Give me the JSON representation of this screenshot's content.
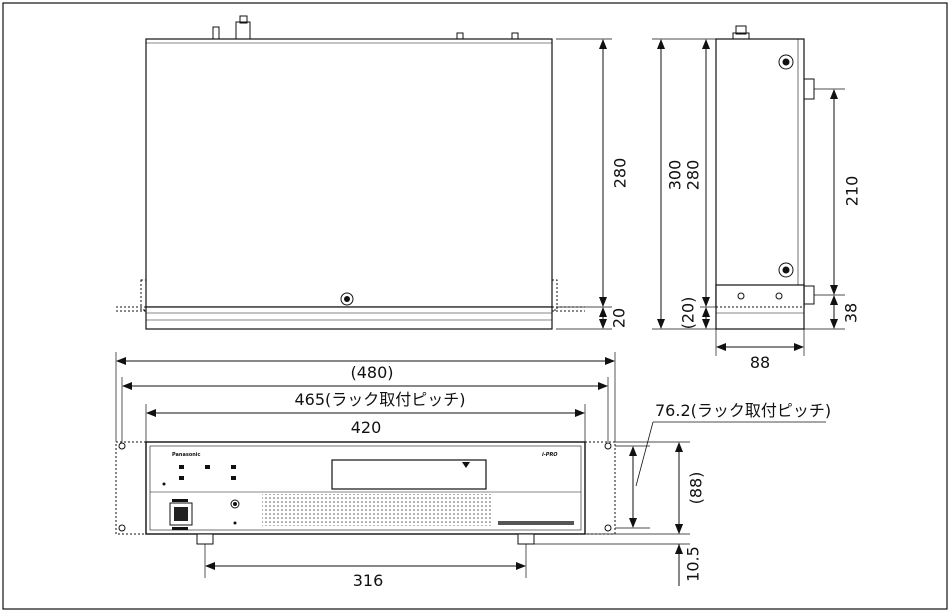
{
  "top_view": {
    "dim_280": "280",
    "dim_20": "20"
  },
  "side_view": {
    "dim_300": "300",
    "dim_280": "280",
    "dim_210": "210",
    "dim_20_paren": "(20)",
    "dim_38": "38",
    "dim_88": "88"
  },
  "front_view": {
    "dim_480": "(480)",
    "dim_465": "465(ラック取付ピッチ)",
    "dim_420": "420",
    "dim_762": "76.2(ラック取付ピッチ)",
    "dim_88_paren": "(88)",
    "dim_105": "10.5",
    "dim_316": "316",
    "brand": "Panasonic",
    "model_mark": "i-PRO"
  },
  "colors": {
    "line": "#111111",
    "panel": "#ffffff",
    "dark": "#222222"
  }
}
